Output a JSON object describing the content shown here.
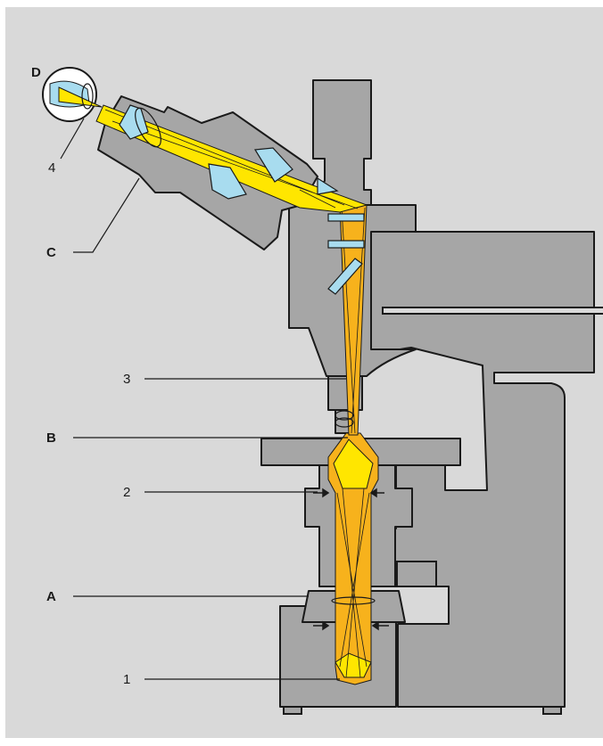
{
  "colors": {
    "background": "#d9d9d9",
    "body": "#a6a6a6",
    "outline": "#1a1a1a",
    "beam_light": "#ffe600",
    "beam_dark": "#f7b21c",
    "glass": "#a8dcef"
  },
  "labels": {
    "D": "D",
    "C": "C",
    "B": "B",
    "A": "A",
    "n1": "1",
    "n2": "2",
    "n3": "3",
    "n4": "4"
  }
}
